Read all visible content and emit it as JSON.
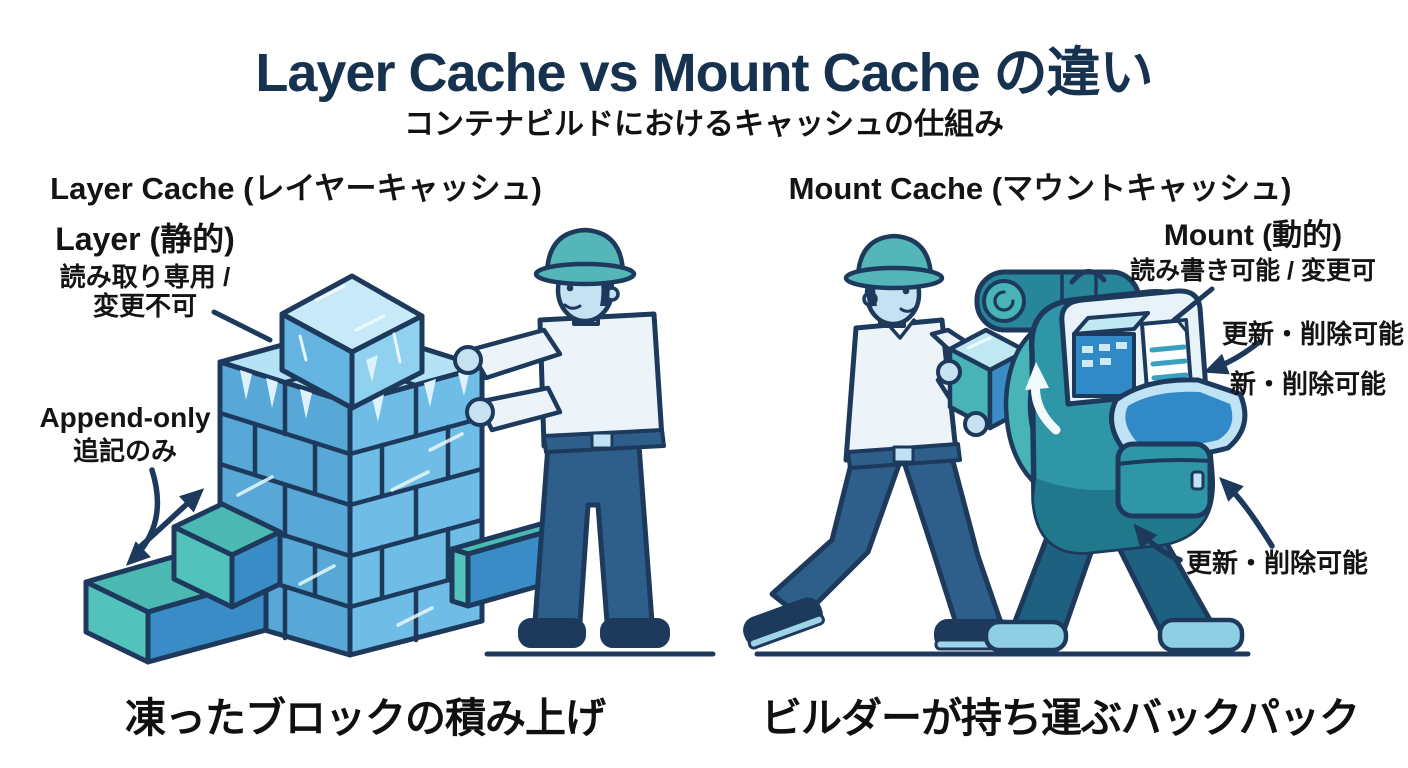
{
  "page": {
    "title": "Layer Cache vs Mount Cache の違い",
    "subtitle": "コンテナビルドにおけるキャッシュの仕組み"
  },
  "left": {
    "heading": "Layer Cache (レイヤーキャッシュ)",
    "label_title": "Layer (静的)",
    "label_line1": "読み取り専用 /",
    "label_line2": "変更不可",
    "append_en": "Append-only",
    "append_ja": "追記のみ",
    "caption": "凍ったブロックの積み上げ",
    "illustration": "builder-stacking-frozen-ice-blocks"
  },
  "right": {
    "heading": "Mount Cache (マウントキャッシュ)",
    "label_title": "Mount (動的)",
    "label_line1": "読み書き可能 / 変更可",
    "note_top": "更新・削除可能",
    "note_mid": "新・削除可能",
    "note_bottom": "更新・削除可能",
    "caption": "ビルダーが持ち運ぶバックパック",
    "illustration": "builder-loading-box-into-carried-backpack"
  },
  "colors": {
    "background": "#ffffff",
    "title_navy": "#17324f",
    "text_black": "#141414",
    "outline_navy": "#1d3a5c",
    "ice_top": "#c8eaf8",
    "ice_left": "#66b4e1",
    "ice_right": "#8fd1ef",
    "wall_left_face": "#57a8d6",
    "wall_right_face": "#6fbde6",
    "wall_top_face": "#b5e2f5",
    "teal_block_top": "#4bb8b2",
    "teal_block_side": "#52c2bc",
    "block_front_blue": "#3a8cc6",
    "hardhat_teal": "#55b6ba",
    "skin": "#c6e1f1",
    "shirt": "#ecf4fa",
    "pants": "#2d5f8a",
    "backpack_teal": "#2f96a8",
    "backpack_dark": "#20788c",
    "bedroll_teal": "#28869a",
    "flap_light": "#bfe3f4",
    "flap_inner_blue": "#3289c8",
    "document_line_teal": "#3aa0bf",
    "shoe_light_blue": "#8fcfe6"
  }
}
